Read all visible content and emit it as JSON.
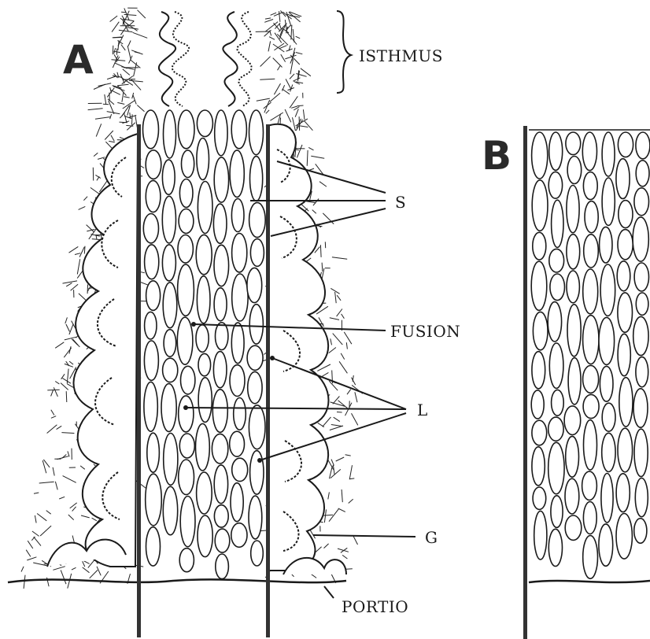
{
  "panels": {
    "a_letter": "A",
    "b_letter": "B"
  },
  "labels": {
    "isthmus": "ISTHMUS",
    "s": "S",
    "fusion": "FUSION",
    "l": "L",
    "g": "G",
    "portio": "PORTIO"
  },
  "colors": {
    "ink": "#1a1a1a",
    "rod": "#333333",
    "background": "#ffffff"
  }
}
